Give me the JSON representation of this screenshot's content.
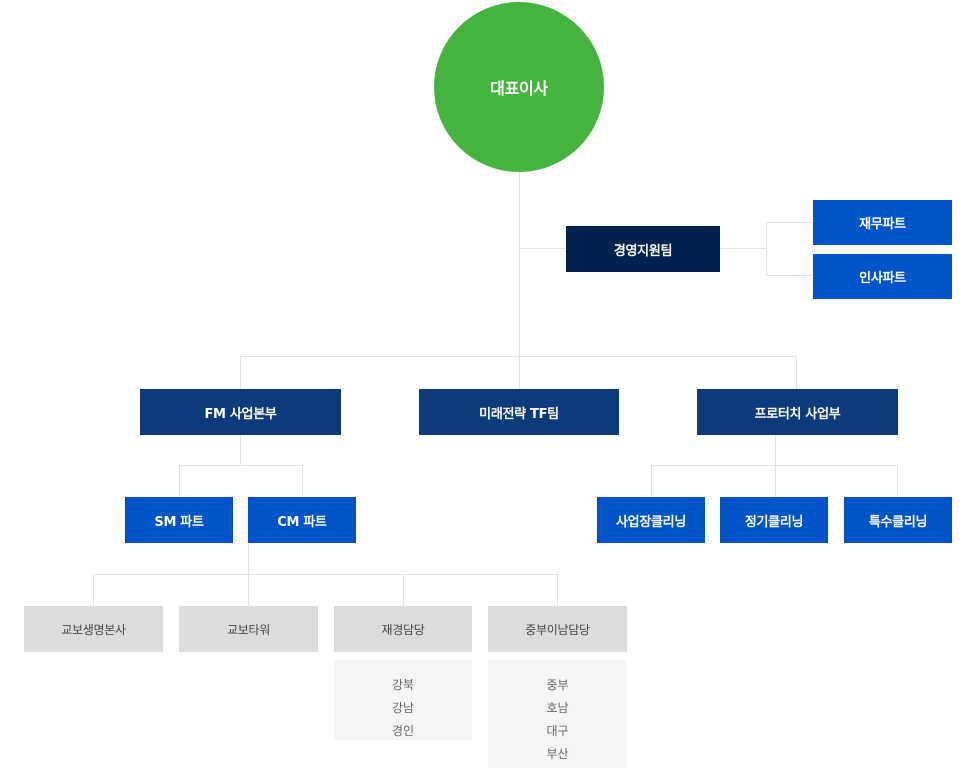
{
  "org": {
    "ceo": "대표이사",
    "support": {
      "name": "경영지원팀",
      "children": [
        "재무파트",
        "인사파트"
      ]
    },
    "divisions": [
      {
        "name": "FM 사업본부",
        "parts": [
          "SM 파트",
          "CM 파트"
        ]
      },
      {
        "name": "미래전략 TF팀",
        "parts": []
      },
      {
        "name": "프로터치 사업부",
        "parts": [
          "사업장클리닝",
          "정기클리닝",
          "특수클리닝"
        ]
      }
    ],
    "sites": [
      {
        "name": "교보생명본사",
        "items": []
      },
      {
        "name": "교보타워",
        "items": []
      },
      {
        "name": "재경담당",
        "items": [
          "강북",
          "강남",
          "경인"
        ]
      },
      {
        "name": "중부이남담당",
        "items": [
          "중부",
          "호남",
          "대구",
          "부산"
        ]
      }
    ]
  },
  "colors": {
    "ceo": "#45b43f",
    "support": "#00224f",
    "division": "#0d3a7a",
    "part": "#0054c9",
    "site": "#dcdcdc",
    "connector": "#e3e3e3"
  }
}
